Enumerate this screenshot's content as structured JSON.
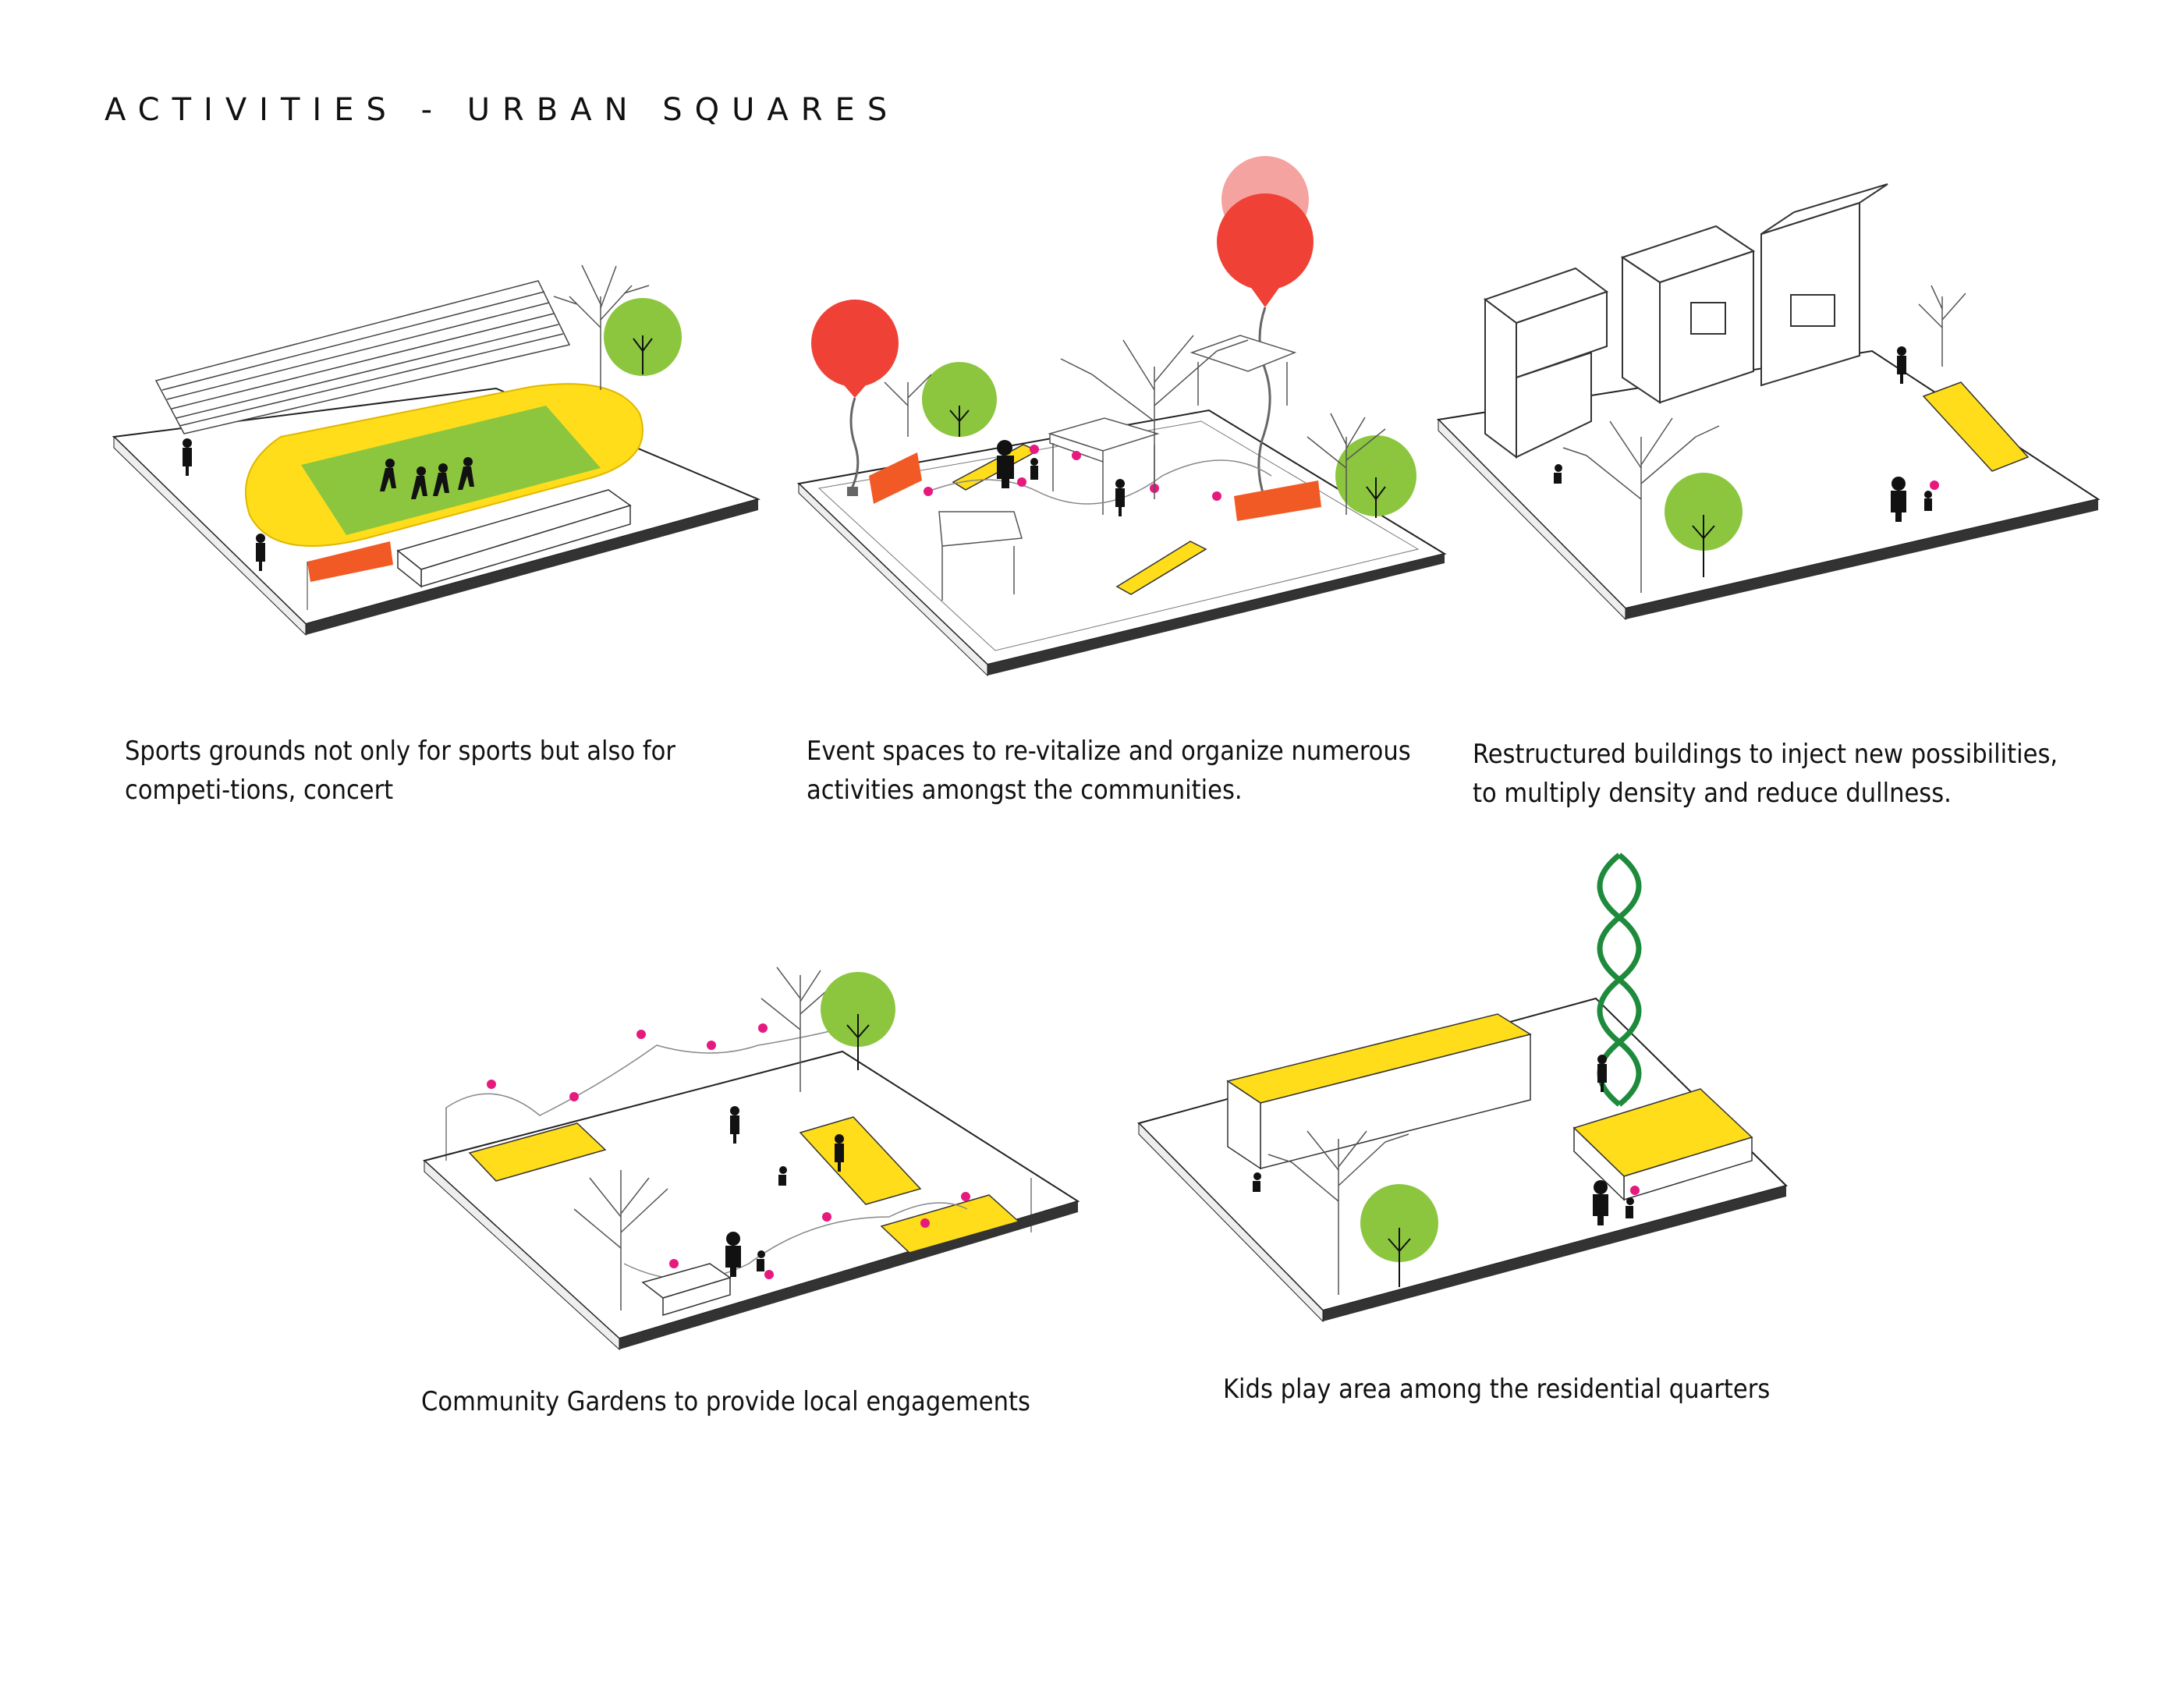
{
  "page": {
    "title": "ACTIVITIES - URBAN SQUARES"
  },
  "panels": [
    {
      "id": "sports",
      "caption": "Sports grounds not only for sports but also for competi-tions, concert"
    },
    {
      "id": "events",
      "caption": "Event spaces to re-vitalize and organize numerous activities amongst the communities."
    },
    {
      "id": "buildings",
      "caption": "Restructured buildings to inject new possibilities, to multiply density and reduce dullness."
    },
    {
      "id": "gardens",
      "caption": "Community Gardens to provide local engagements"
    },
    {
      "id": "kids",
      "caption": "Kids play area among the residential quarters"
    }
  ],
  "colors": {
    "yellow": "#FFDD1B",
    "field_green": "#8CC63F",
    "tree_green": "#8CC63F",
    "balloon_red": "#EF4136",
    "balloon_pink": "#F5A3A0",
    "banner_orange": "#F15A24",
    "lights_pink": "#E6197F",
    "sculpture_green": "#1E8A3C",
    "base_edge": "#333333"
  },
  "icons": [
    "people-silhouette",
    "tree-bare",
    "tree-green",
    "balloon",
    "pavilion-tent",
    "light-string"
  ]
}
